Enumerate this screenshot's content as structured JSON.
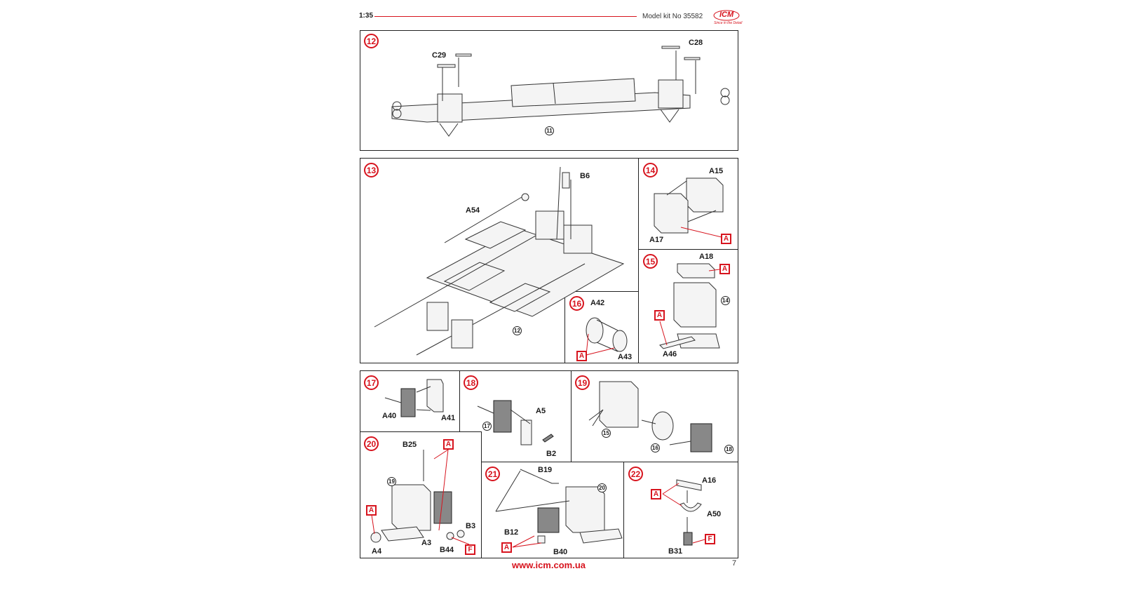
{
  "header": {
    "scale": "1:35",
    "kit_label": "Model kit No 35582",
    "brand": "ICM",
    "brand_tagline": "Since in the Detail",
    "accent_color": "#d7141e"
  },
  "steps": [
    {
      "number": "12",
      "labels": [
        "C29",
        "C28"
      ],
      "refs": [
        "11"
      ]
    },
    {
      "number": "13",
      "labels": [
        "B6",
        "A54"
      ],
      "refs": [
        "12"
      ]
    },
    {
      "number": "14",
      "labels": [
        "A15",
        "A17"
      ],
      "tags": [
        "A"
      ]
    },
    {
      "number": "15",
      "labels": [
        "A18",
        "A46"
      ],
      "refs": [
        "14"
      ],
      "tags": [
        "A",
        "A"
      ]
    },
    {
      "number": "16",
      "labels": [
        "A42",
        "A43"
      ],
      "tags": [
        "A"
      ]
    },
    {
      "number": "17",
      "labels": [
        "A40",
        "A41"
      ]
    },
    {
      "number": "18",
      "labels": [
        "A5",
        "B2"
      ],
      "refs": [
        "17"
      ]
    },
    {
      "number": "19",
      "refs": [
        "15",
        "16",
        "18"
      ]
    },
    {
      "number": "20",
      "labels": [
        "B25",
        "B3",
        "A3",
        "A4",
        "B44"
      ],
      "refs": [
        "19"
      ],
      "tags": [
        "A",
        "A",
        "F"
      ]
    },
    {
      "number": "21",
      "labels": [
        "B19",
        "B12",
        "B40"
      ],
      "refs": [
        "20"
      ],
      "tags": [
        "A"
      ]
    },
    {
      "number": "22",
      "labels": [
        "A16",
        "A50",
        "B31"
      ],
      "tags": [
        "A",
        "F"
      ]
    }
  ],
  "footer": {
    "url": "www.icm.com.ua",
    "page_number": "7"
  }
}
